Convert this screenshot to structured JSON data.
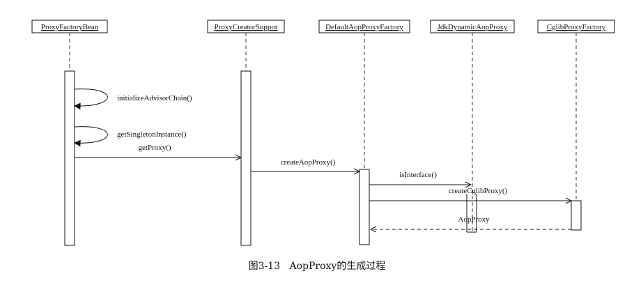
{
  "participants": [
    {
      "id": "pfb",
      "label": "ProxyFactoryBean"
    },
    {
      "id": "pcs",
      "label": "ProxyCreatorSuppor"
    },
    {
      "id": "dapf",
      "label": "DefaultAopProxyFactory"
    },
    {
      "id": "jdk",
      "label": "JdkDynamicAopProxy"
    },
    {
      "id": "cglib",
      "label": "CglibProxyFactory"
    }
  ],
  "messages": {
    "m1": "initializeAdvisorChain()",
    "m2": "getSingletonInstance()",
    "m3": "getProxy()",
    "m4": "createAopProxy()",
    "m5": "isInterface()",
    "m6": "createCglibProxy()",
    "m7": "AopProxy"
  },
  "caption": "图3-13   AopProxy的生成过程"
}
